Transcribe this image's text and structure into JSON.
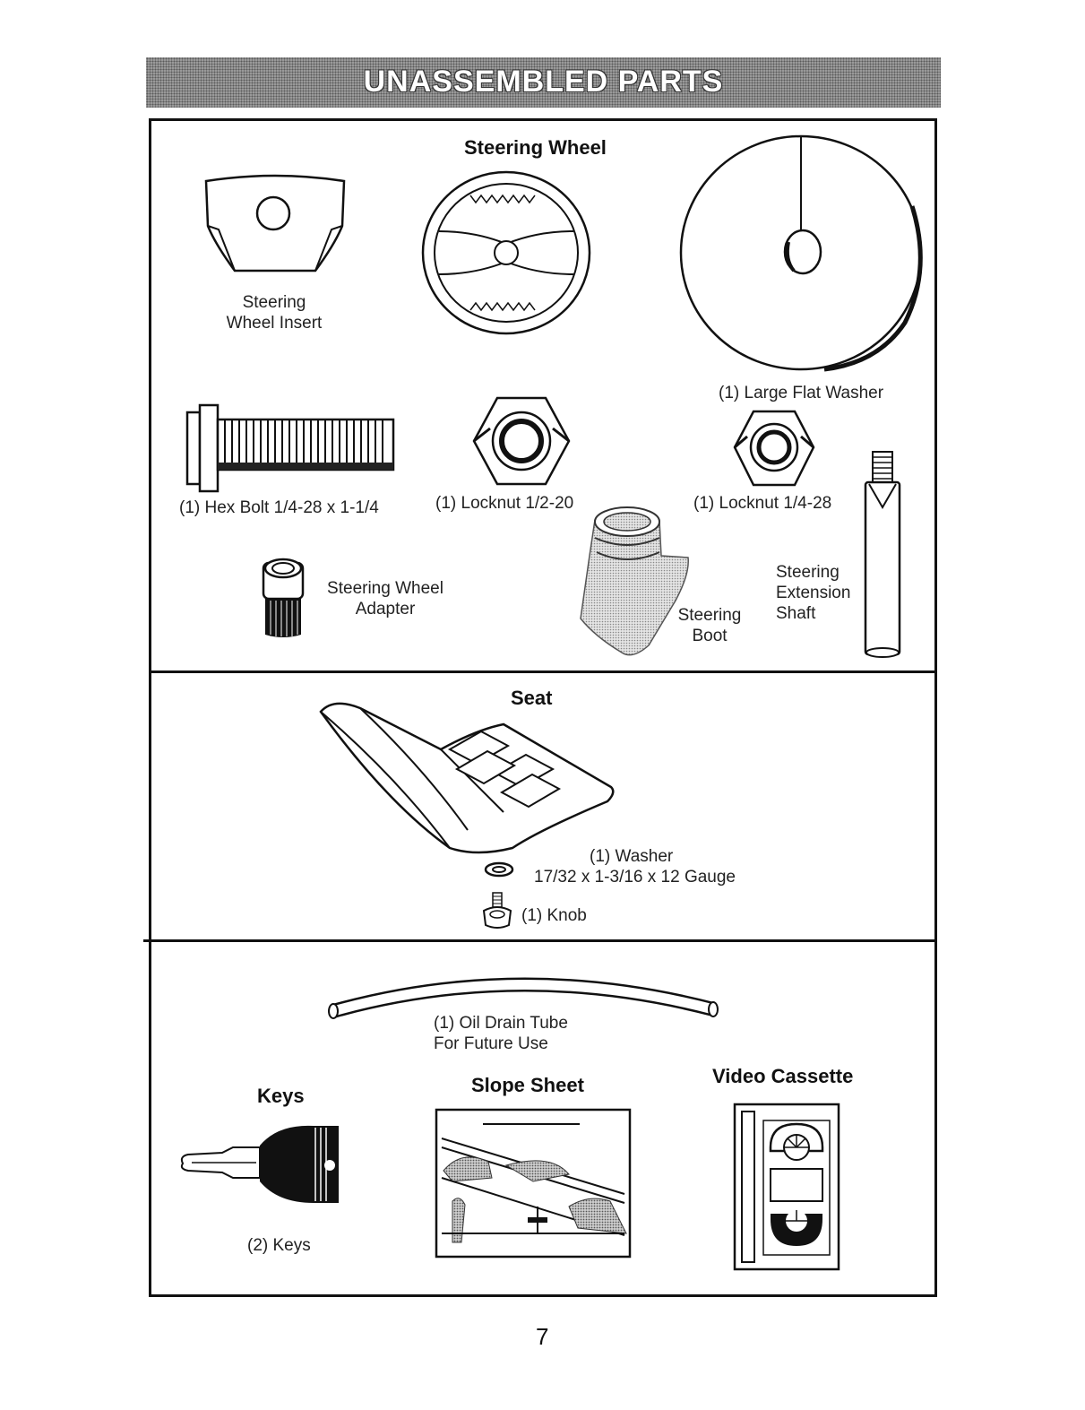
{
  "header": {
    "title": "UNASSEMBLED PARTS"
  },
  "section_steering": {
    "heading": "Steering Wheel",
    "wheel_insert": {
      "line1": "Steering",
      "line2": "Wheel Insert"
    },
    "large_flat_washer": "(1) Large Flat Washer",
    "hex_bolt": "(1) Hex Bolt  1/4-28 x 1-1/4",
    "locknut_large": "(1) Locknut  1/2-20",
    "locknut_small": "(1) Locknut  1/4-28",
    "wheel_adapter": {
      "line1": "Steering Wheel",
      "line2": "Adapter"
    },
    "steering_boot": {
      "line1": "Steering",
      "line2": "Boot"
    },
    "extension_shaft": {
      "line1": "Steering",
      "line2": "Extension",
      "line3": "Shaft"
    }
  },
  "section_seat": {
    "heading": "Seat",
    "washer": {
      "line1": "(1) Washer",
      "line2": "17/32 x 1-3/16 x 12 Gauge"
    },
    "knob": "(1) Knob"
  },
  "section_misc": {
    "oil_tube": {
      "line1": "(1) Oil Drain Tube",
      "line2": "For Future Use"
    },
    "keys_heading": "Keys",
    "keys_label": "(2) Keys",
    "slope_heading": "Slope Sheet",
    "video_heading": "Video Cassette"
  },
  "footer": {
    "page_number": "7"
  }
}
